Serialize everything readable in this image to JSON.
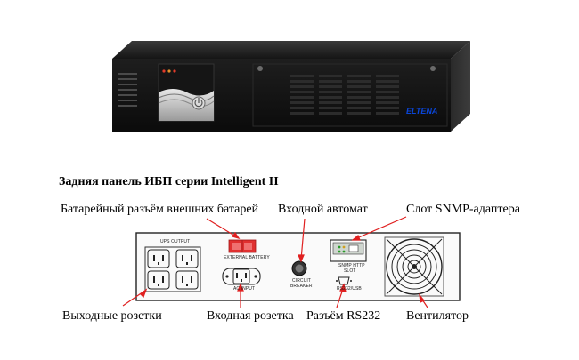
{
  "device": {
    "brand_text": "ELTENA",
    "brand_color": "#0a46d9",
    "led_colors": [
      "#e23a2a",
      "#e2912a",
      "#e23a2a"
    ]
  },
  "rear_panel": {
    "title": "Задняя панель ИБП серии Intelligent II",
    "callouts": {
      "battery_connector": "Батарейный разъём внешних батарей",
      "input_breaker": "Входной автомат",
      "snmp_slot": "Слот SNMP-адаптера",
      "output_sockets": "Выходные розетки",
      "input_socket": "Входная розетка",
      "rs232_port": "Разъём RS232",
      "fan": "Вентилятор"
    },
    "panel_labels": {
      "ups_output": "UPS OUTPUT",
      "external_battery": "EXTERNAL BATTERY",
      "ac_input": "AC INPUT",
      "circuit_breaker_line1": "CIRCUIT",
      "circuit_breaker_line2": "BREAKER",
      "snmp_line1": "SNMP HTTP",
      "snmp_line2": "SLOT",
      "rs232": "RS232/USB"
    },
    "connector_color": "#e03030",
    "callout_line_color": "#e02020"
  }
}
